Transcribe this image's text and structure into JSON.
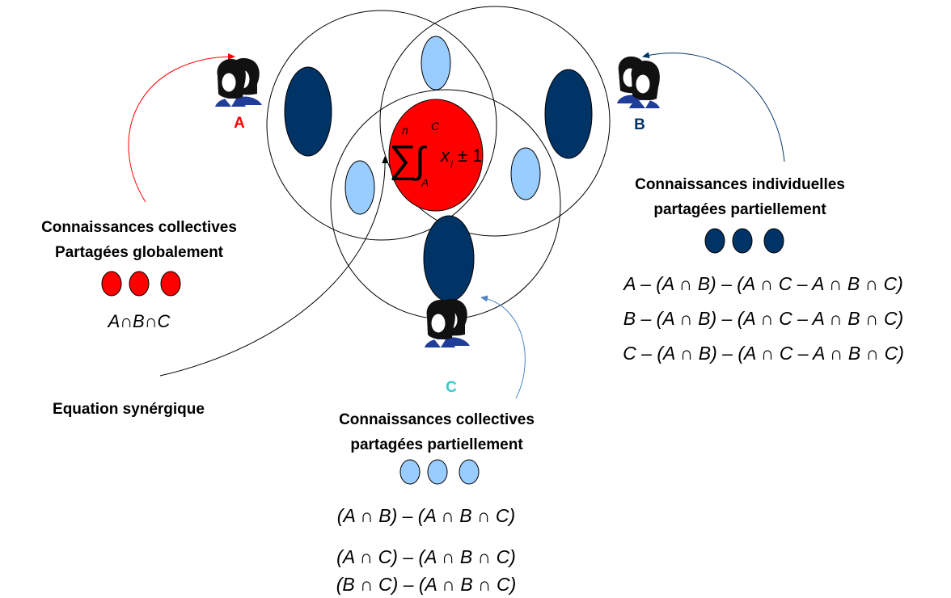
{
  "diagram": {
    "equation": {
      "upper_limit_sum": "n",
      "upper_limit_int": "C",
      "lower_limit_int": "A",
      "variable": "x",
      "subscript": "i",
      "tail": "± 1"
    },
    "persons": {
      "a": {
        "label": "A",
        "color": "#ff0000"
      },
      "b": {
        "label": "B",
        "color": "#003366"
      },
      "c": {
        "label": "C",
        "color": "#33cccc"
      }
    },
    "global_knowledge": {
      "title_line1": "Connaissances collectives",
      "title_line2": "Partagées globalement",
      "formula": "A∩B∩C",
      "dot_color": "#ff0000"
    },
    "individual_knowledge": {
      "title_line1": "Connaissances individuelles",
      "title_line2": "partagées partiellement",
      "dot_color": "#003366",
      "formulas": [
        "A – (A ∩ B) – (A ∩ C – A ∩ B ∩ C)",
        "B – (A ∩ B) – (A ∩ C – A ∩ B ∩ C)",
        "C – (A ∩ B) – (A ∩ C – A ∩ B ∩ C)"
      ]
    },
    "partial_collective_knowledge": {
      "title_line1": "Connaissances collectives",
      "title_line2": "partagées partiellement",
      "dot_color": "#99ccff",
      "formulas": [
        "(A ∩ B) – (A ∩ B ∩ C)",
        "(A ∩ C) – (A ∩ B ∩ C)",
        "(B ∩ C) – (A ∩ B ∩ C)"
      ]
    },
    "equation_label": "Equation synérgique"
  }
}
